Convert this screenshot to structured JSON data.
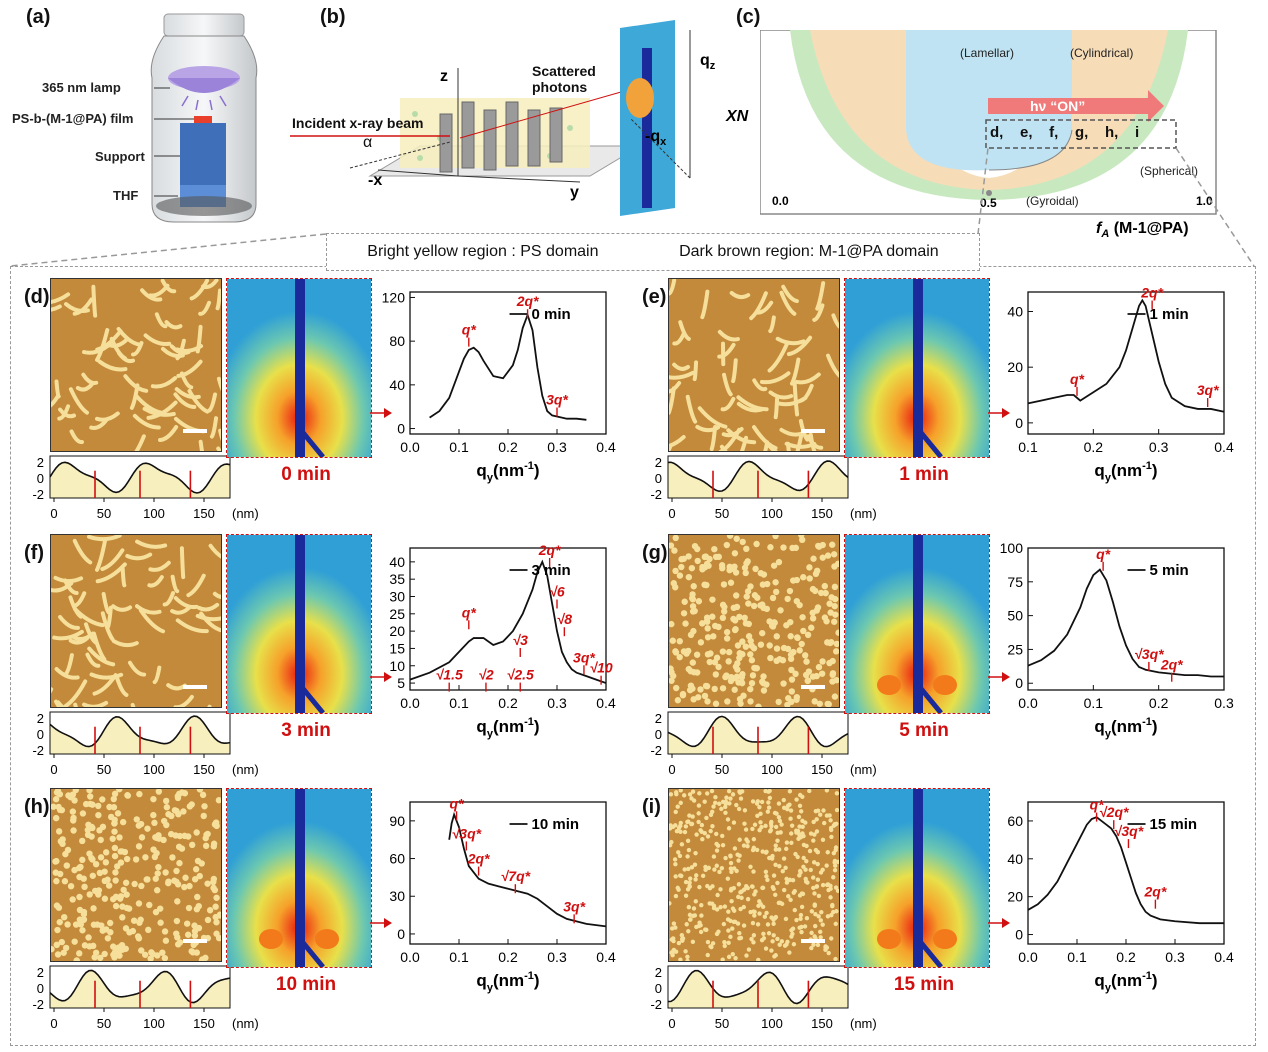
{
  "panel_labels": {
    "a": "(a)",
    "b": "(b)",
    "c": "(c)",
    "d": "(d)",
    "e": "(e)",
    "f": "(f)",
    "g": "(g)",
    "h": "(h)",
    "i": "(i)"
  },
  "panel_a": {
    "lamp": "365 nm lamp",
    "film": "PS-b-(M-1@PA) film",
    "support": "Support",
    "solvent": "THF"
  },
  "panel_b": {
    "beam": "Incident x-ray beam",
    "scattered": "Scattered photons",
    "alpha": "α",
    "axis_z": "z",
    "axis_x": "-x",
    "axis_y": "y",
    "axis_qz": "q",
    "axis_qz_sub": "z",
    "axis_qx": "-q",
    "axis_qx_sub": "x"
  },
  "panel_c": {
    "y_label": "XN",
    "x_label": "f",
    "x_label_sub": "A",
    "x_label_suffix": " (M-1@PA)",
    "x_ticks": [
      "0.0",
      "0.5",
      "1.0"
    ],
    "lamellar": "(Lamellar)",
    "cylindrical": "(Cylindrical)",
    "spherical": "(Spherical)",
    "gyroidal": "(Gyroidal)",
    "arrow": "hν “ON”",
    "points": "d,    e,    f,    g,    h,    i"
  },
  "region_note": {
    "ps": "Bright yellow region : PS domain",
    "pa": "Dark brown region: M-1@PA domain"
  },
  "time_captions": {
    "d": "0 min",
    "e": "1 min",
    "f": "3 min",
    "g": "5 min",
    "h": "10 min",
    "i": "15 min"
  },
  "profile_axis": {
    "ticks": [
      "0",
      "50",
      "100",
      "150"
    ],
    "unit": "(nm)",
    "y_ticks": [
      "2",
      "0",
      "-2"
    ]
  },
  "chart_data": [
    {
      "panel": "d",
      "type": "line",
      "xlabel": "q",
      "xlabel_sub": "y",
      "xlabel_unit": "(nm",
      "xlabel_sup": "-1",
      "xlabel_close": ")",
      "legend": "0 min",
      "xlim": [
        0.0,
        0.4
      ],
      "ylim": [
        -5,
        125
      ],
      "x_ticks": [
        "0.0",
        "0.1",
        "0.2",
        "0.3",
        "0.4"
      ],
      "y_ticks": [
        "0",
        "40",
        "80",
        "120"
      ],
      "x": [
        0.04,
        0.06,
        0.08,
        0.1,
        0.11,
        0.12,
        0.13,
        0.14,
        0.15,
        0.17,
        0.19,
        0.21,
        0.22,
        0.23,
        0.24,
        0.25,
        0.26,
        0.27,
        0.28,
        0.29,
        0.3,
        0.32,
        0.34,
        0.36
      ],
      "y": [
        10,
        16,
        28,
        52,
        64,
        72,
        74,
        70,
        62,
        48,
        46,
        58,
        72,
        92,
        104,
        90,
        56,
        30,
        16,
        12,
        11,
        9,
        9,
        8
      ],
      "annotations": [
        {
          "text": "q*",
          "x": 0.12,
          "y": 86
        },
        {
          "text": "2q*",
          "x": 0.24,
          "y": 112
        },
        {
          "text": "3q*",
          "x": 0.3,
          "y": 22
        }
      ]
    },
    {
      "panel": "e",
      "type": "line",
      "xlabel": "q",
      "xlabel_sub": "y",
      "xlabel_unit": "(nm",
      "xlabel_sup": "-1",
      "xlabel_close": ")",
      "legend": "1 min",
      "xlim": [
        0.1,
        0.4
      ],
      "ylim": [
        -4,
        47
      ],
      "x_ticks": [
        "0.1",
        "0.2",
        "0.3",
        "0.4"
      ],
      "y_ticks": [
        "0",
        "20",
        "40"
      ],
      "x": [
        0.1,
        0.12,
        0.14,
        0.16,
        0.17,
        0.18,
        0.2,
        0.22,
        0.24,
        0.25,
        0.26,
        0.27,
        0.275,
        0.28,
        0.29,
        0.3,
        0.31,
        0.32,
        0.34,
        0.36,
        0.38,
        0.4
      ],
      "y": [
        7,
        8,
        9,
        10,
        10,
        8,
        11,
        14,
        20,
        26,
        34,
        42,
        44,
        42,
        32,
        22,
        14,
        9,
        6,
        5,
        5,
        4
      ],
      "annotations": [
        {
          "text": "q*",
          "x": 0.175,
          "y": 14
        },
        {
          "text": "2q*",
          "x": 0.29,
          "y": 45
        },
        {
          "text": "3q*",
          "x": 0.375,
          "y": 10
        }
      ]
    },
    {
      "panel": "f",
      "type": "line",
      "xlabel": "q",
      "xlabel_sub": "y",
      "xlabel_unit": "(nm",
      "xlabel_sup": "-1",
      "xlabel_close": ")",
      "legend": "3 min",
      "xlim": [
        0.0,
        0.4
      ],
      "ylim": [
        3,
        44
      ],
      "x_ticks": [
        "0.0",
        "0.1",
        "0.2",
        "0.3",
        "0.4"
      ],
      "y_ticks": [
        "5",
        "10",
        "15",
        "20",
        "25",
        "30",
        "35",
        "40"
      ],
      "x": [
        0.0,
        0.04,
        0.08,
        0.1,
        0.12,
        0.13,
        0.15,
        0.17,
        0.19,
        0.21,
        0.23,
        0.25,
        0.26,
        0.27,
        0.28,
        0.29,
        0.3,
        0.31,
        0.32,
        0.33,
        0.34,
        0.36,
        0.38,
        0.4
      ],
      "y": [
        6,
        8,
        11,
        14,
        17,
        18,
        18,
        16,
        17,
        20,
        25,
        32,
        37,
        40,
        36,
        28,
        20,
        14,
        11,
        9,
        8,
        7,
        6,
        5
      ],
      "annotations": [
        {
          "text": "q*",
          "x": 0.12,
          "y": 24
        },
        {
          "text": "2q*",
          "x": 0.285,
          "y": 42
        },
        {
          "text": "√6",
          "x": 0.3,
          "y": 30
        },
        {
          "text": "√8",
          "x": 0.315,
          "y": 22
        },
        {
          "text": "3q*",
          "x": 0.355,
          "y": 11
        },
        {
          "text": "√10",
          "x": 0.39,
          "y": 8
        },
        {
          "text": "√3",
          "x": 0.225,
          "y": 16
        },
        {
          "text": "√1.5",
          "x": 0.08,
          "y": 6
        },
        {
          "text": "√2",
          "x": 0.155,
          "y": 6
        },
        {
          "text": "√2.5",
          "x": 0.225,
          "y": 6
        }
      ]
    },
    {
      "panel": "g",
      "type": "line",
      "xlabel": "q",
      "xlabel_sub": "y",
      "xlabel_unit": "(nm",
      "xlabel_sup": "-1",
      "xlabel_close": ")",
      "legend": "5 min",
      "xlim": [
        0.0,
        0.3
      ],
      "ylim": [
        -5,
        100
      ],
      "x_ticks": [
        "0.0",
        "0.1",
        "0.2",
        "0.3"
      ],
      "y_ticks": [
        "0",
        "25",
        "50",
        "75",
        "100"
      ],
      "x": [
        0.0,
        0.02,
        0.04,
        0.06,
        0.08,
        0.09,
        0.1,
        0.11,
        0.12,
        0.13,
        0.14,
        0.15,
        0.16,
        0.17,
        0.18,
        0.2,
        0.22,
        0.24,
        0.26,
        0.28,
        0.3
      ],
      "y": [
        13,
        17,
        24,
        36,
        56,
        70,
        80,
        84,
        76,
        60,
        42,
        28,
        18,
        12,
        10,
        8,
        7,
        6,
        6,
        5,
        5
      ],
      "annotations": [
        {
          "text": "q*",
          "x": 0.115,
          "y": 92
        },
        {
          "text": "√3q*",
          "x": 0.185,
          "y": 18
        },
        {
          "text": "2q*",
          "x": 0.22,
          "y": 10
        }
      ]
    },
    {
      "panel": "h",
      "type": "line",
      "xlabel": "q",
      "xlabel_sub": "y",
      "xlabel_unit": "(nm",
      "xlabel_sup": "-1",
      "xlabel_close": ")",
      "legend": "10 min",
      "xlim": [
        0.0,
        0.4
      ],
      "ylim": [
        -8,
        105
      ],
      "x_ticks": [
        "0.0",
        "0.1",
        "0.2",
        "0.3",
        "0.4"
      ],
      "y_ticks": [
        "0",
        "30",
        "60",
        "90"
      ],
      "x": [
        0.08,
        0.085,
        0.09,
        0.1,
        0.11,
        0.12,
        0.14,
        0.16,
        0.18,
        0.2,
        0.22,
        0.24,
        0.26,
        0.28,
        0.3,
        0.32,
        0.34,
        0.36,
        0.38,
        0.4
      ],
      "y": [
        75,
        88,
        95,
        85,
        68,
        54,
        44,
        40,
        38,
        36,
        34,
        32,
        28,
        22,
        16,
        12,
        10,
        8,
        7,
        6
      ],
      "annotations": [
        {
          "text": "q*",
          "x": 0.095,
          "y": 100
        },
        {
          "text": "√3q*",
          "x": 0.115,
          "y": 76
        },
        {
          "text": "2q*",
          "x": 0.14,
          "y": 56
        },
        {
          "text": "√7q*",
          "x": 0.215,
          "y": 42
        },
        {
          "text": "3q*",
          "x": 0.335,
          "y": 18
        }
      ]
    },
    {
      "panel": "i",
      "type": "line",
      "xlabel": "q",
      "xlabel_sub": "y",
      "xlabel_unit": "(nm",
      "xlabel_sup": "-1",
      "xlabel_close": ")",
      "legend": "15 min",
      "xlim": [
        0.0,
        0.4
      ],
      "ylim": [
        -5,
        70
      ],
      "x_ticks": [
        "0.0",
        "0.1",
        "0.2",
        "0.3",
        "0.4"
      ],
      "y_ticks": [
        "0",
        "20",
        "40",
        "60"
      ],
      "x": [
        0.0,
        0.02,
        0.04,
        0.06,
        0.08,
        0.1,
        0.12,
        0.13,
        0.14,
        0.15,
        0.16,
        0.17,
        0.18,
        0.19,
        0.2,
        0.21,
        0.22,
        0.23,
        0.24,
        0.25,
        0.27,
        0.3,
        0.35,
        0.4
      ],
      "y": [
        13,
        16,
        21,
        28,
        38,
        48,
        58,
        61,
        62,
        60,
        58,
        56,
        52,
        46,
        38,
        30,
        22,
        16,
        12,
        10,
        8,
        7,
        6,
        6
      ],
      "annotations": [
        {
          "text": "q*",
          "x": 0.14,
          "y": 66
        },
        {
          "text": "√2q*",
          "x": 0.175,
          "y": 62
        },
        {
          "text": "√3q*",
          "x": 0.205,
          "y": 52
        },
        {
          "text": "2q*",
          "x": 0.26,
          "y": 20
        }
      ]
    }
  ],
  "colors": {
    "red": "#d01010",
    "lamellar": "#bfe3f2",
    "cylindrical": "#f7dcb8",
    "spherical": "#c8e9c0",
    "profile_fill": "#f7efbe",
    "afm_bg": "#c28a3a"
  }
}
